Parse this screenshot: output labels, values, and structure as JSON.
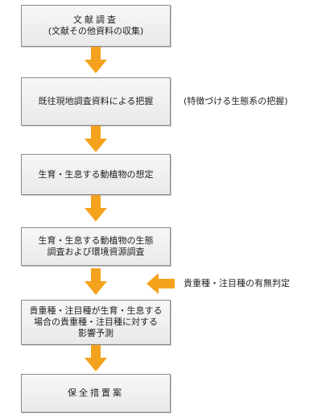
{
  "boxes": [
    {
      "lines": [
        "文献調査",
        "(文献その他資料の収集)"
      ]
    },
    {
      "lines": [
        "既往現地調査資料による把握"
      ]
    },
    {
      "lines": [
        "生育・生息する動植物の想定"
      ]
    },
    {
      "lines": [
        "生育・生息する動植物の生態",
        "調査および環境資源調査"
      ]
    },
    {
      "lines": [
        "貴重種・注目種が生育・生息する",
        "場合の貴重種・注目種に対する",
        "影響予測"
      ]
    },
    {
      "lines": [
        "保全措置案"
      ]
    }
  ],
  "notes": {
    "characteristic_ecosystem": "(特徴づける生態系の把握)",
    "rare_species_check": "貴重種・注目種の有無判定"
  },
  "colors": {
    "arrow": "#f4a21d",
    "box_border": "#8a8a8a"
  }
}
